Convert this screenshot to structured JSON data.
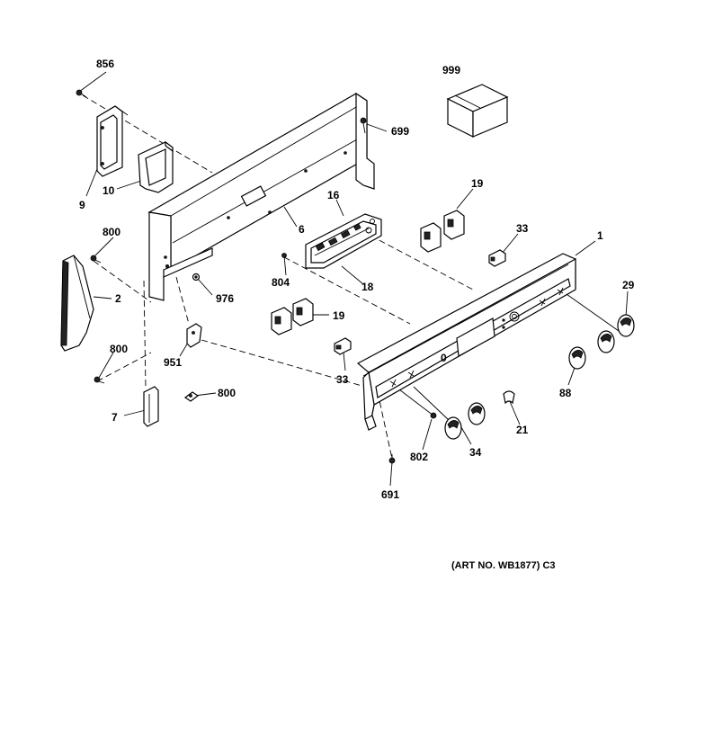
{
  "colors": {
    "ink": "#000000",
    "paper": "#ffffff"
  },
  "labels": {
    "p856": "856",
    "p9": "9",
    "p10": "10",
    "p699": "699",
    "p999": "999",
    "p16": "16",
    "p19a": "19",
    "p6": "6",
    "p800a": "800",
    "p804": "804",
    "p18": "18",
    "p33a": "33",
    "p1": "1",
    "p2": "2",
    "p976": "976",
    "p19b": "19",
    "p29": "29",
    "p800b": "800",
    "p951": "951",
    "p33b": "33",
    "p88": "88",
    "p800c": "800",
    "p7": "7",
    "p21": "21",
    "p802": "802",
    "p34": "34",
    "p691": "691"
  },
  "art_number": "(ART NO. WB1877) C3"
}
